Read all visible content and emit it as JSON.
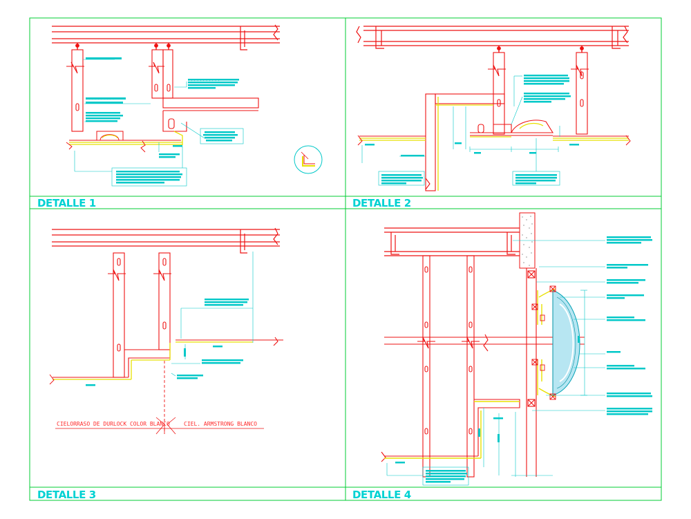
{
  "colors": {
    "frame": "#00cc33",
    "structure": "#ee1111",
    "annotation": "#00c8c8",
    "finish": "#e8e000",
    "background": "#ffffff"
  },
  "panels": [
    {
      "title": "DETALLE 1"
    },
    {
      "title": "DETALLE 2"
    },
    {
      "title": "DETALLE 3"
    },
    {
      "title": "DETALLE 4"
    }
  ],
  "detail3_captions": {
    "left": "CIELORRASO DE DURLOCK COLOR BLANCO",
    "right": "CIEL. ARMSTRONG BLANCO"
  },
  "symbols": {
    "detail_marker_icon": "circled-corner-detail"
  }
}
